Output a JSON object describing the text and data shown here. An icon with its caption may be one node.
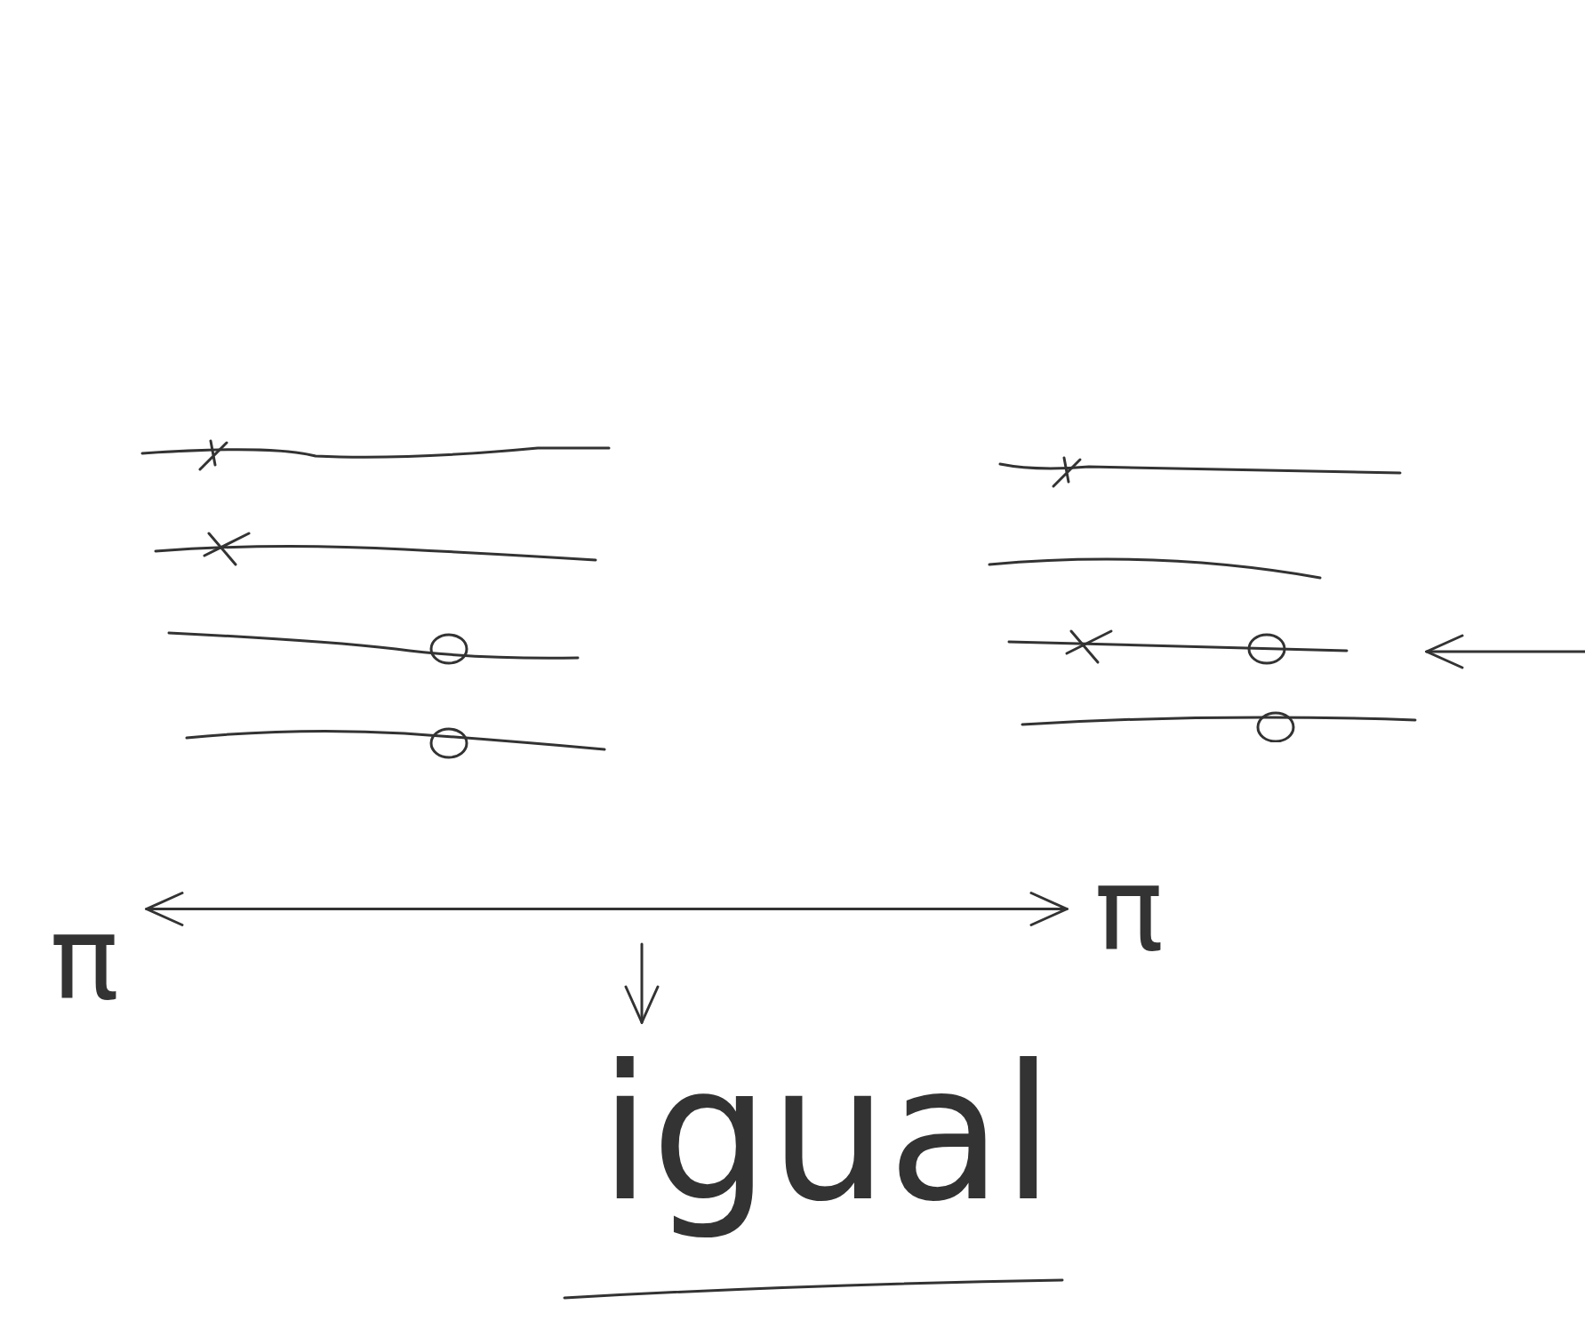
{
  "diagram": {
    "nodes": [
      {
        "text": [],
        "shape": "picture"
      },
      {
        "text": [],
        "shape": "picture"
      },
      {
        "text": [
          "π"
        ]
      },
      {
        "text": [
          "π"
        ]
      },
      {
        "text": [
          "igual"
        ]
      }
    ],
    "edges": [
      {
        "from": 2,
        "to": 3,
        "arrow": "both"
      },
      {
        "from": null,
        "to": 1,
        "arrow": "to"
      },
      {
        "from": null,
        "to": 4,
        "arrow": "to"
      }
    ]
  }
}
